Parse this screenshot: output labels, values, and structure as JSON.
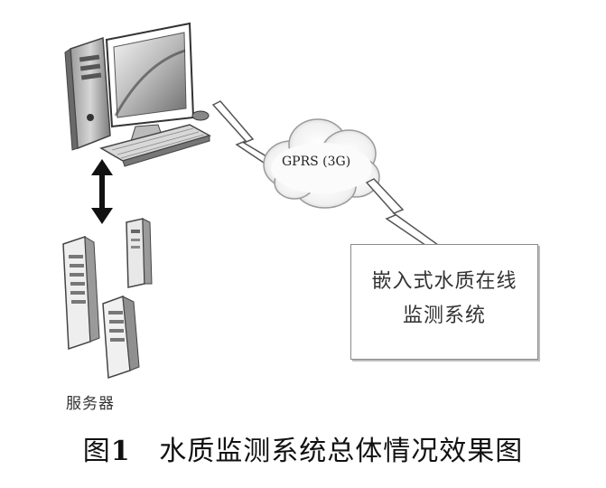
{
  "network": {
    "cloud_label": "GPRS (3G)"
  },
  "system_box": {
    "line1": "嵌入式水质在线",
    "line2": "监测系统"
  },
  "servers": {
    "label": "服务器"
  },
  "caption": {
    "prefix": "图",
    "number": "1",
    "title": "水质监测系统总体情况效果图"
  }
}
